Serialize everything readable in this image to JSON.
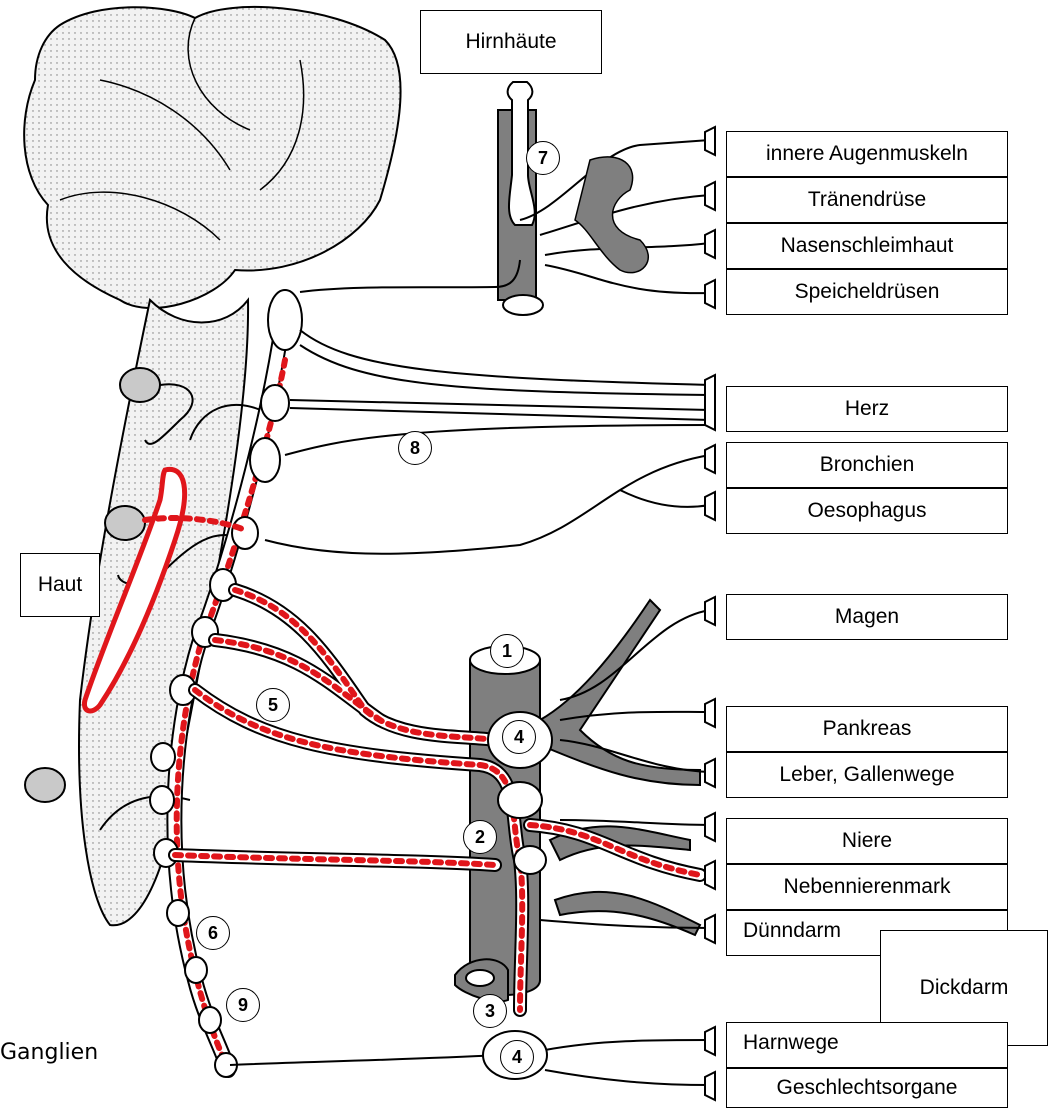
{
  "labels": {
    "hirnhaeute": "Hirnhäute",
    "haut": "Haut",
    "augenmuskeln": "innere Augenmuskeln",
    "traenendruese": "Tränendrüse",
    "nasenschleimhaut": "Nasenschleimhaut",
    "speicheldruesen": "Speicheldrüsen",
    "herz": "Herz",
    "bronchien": "Bronchien",
    "oesophagus": "Oesophagus",
    "magen": "Magen",
    "pankreas": "Pankreas",
    "leber": "Leber, Gallenwege",
    "niere": "Niere",
    "nebennierenmark": "Nebennierenmark",
    "duenndarm": "Dünndarm",
    "dickdarm": "Dickdarm",
    "harnwege": "Harnwege",
    "geschlechtsorgane": "Geschlechtsorgane"
  },
  "caption": "Ganglien",
  "markers": {
    "m1": "1",
    "m2": "2",
    "m3": "3",
    "m4a": "4",
    "m4b": "4",
    "m5": "5",
    "m6": "6",
    "m7": "7",
    "m8": "8",
    "m9": "9"
  },
  "colors": {
    "highlight": "#e0161b",
    "tissue": "#7f7f7f",
    "brain": "#efefef"
  }
}
